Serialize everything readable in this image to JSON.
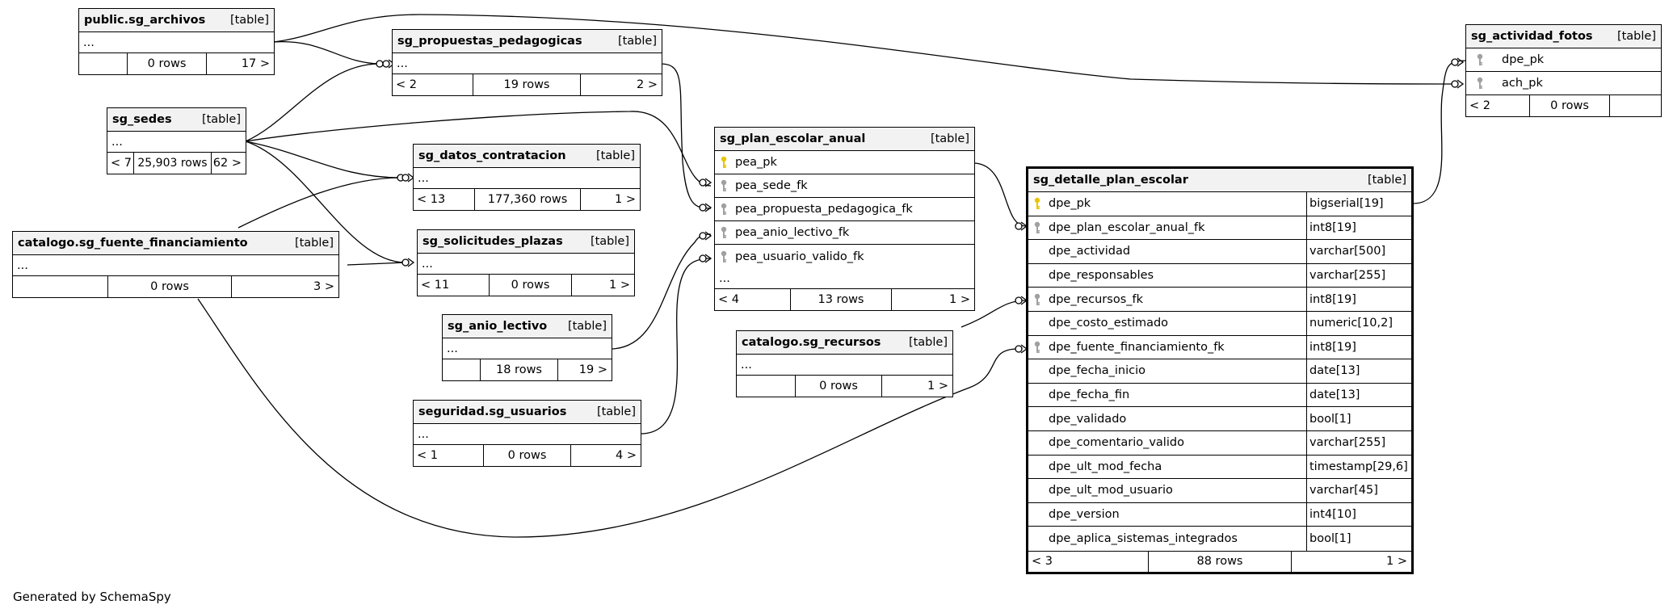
{
  "caption": "Generated by SchemaSpy",
  "colors": {
    "pk_key": "#e8c500",
    "fk_key": "#a0a0a0",
    "header_bg": "#f2f2f2"
  },
  "tables": {
    "sg_archivos": {
      "name": "public.sg_archivos",
      "kind": "[table]",
      "dots": "...",
      "prev": "",
      "rows": "0 rows",
      "next": "17 >"
    },
    "sg_propuestas_pedagogicas": {
      "name": "sg_propuestas_pedagogicas",
      "kind": "[table]",
      "dots": "...",
      "prev": "< 2",
      "rows": "19 rows",
      "next": "2 >"
    },
    "sg_sedes": {
      "name": "sg_sedes",
      "kind": "[table]",
      "dots": "...",
      "prev": "< 7",
      "rows": "25,903 rows",
      "next": "62 >"
    },
    "sg_datos_contratacion": {
      "name": "sg_datos_contratacion",
      "kind": "[table]",
      "dots": "...",
      "prev": "< 13",
      "rows": "177,360 rows",
      "next": "1 >"
    },
    "sg_fuente_financiamiento": {
      "name": "catalogo.sg_fuente_financiamiento",
      "kind": "[table]",
      "dots": "...",
      "prev": "",
      "rows": "0 rows",
      "next": "3 >"
    },
    "sg_solicitudes_plazas": {
      "name": "sg_solicitudes_plazas",
      "kind": "[table]",
      "dots": "...",
      "prev": "< 11",
      "rows": "0 rows",
      "next": "1 >"
    },
    "sg_anio_lectivo": {
      "name": "sg_anio_lectivo",
      "kind": "[table]",
      "dots": "...",
      "prev": "",
      "rows": "18 rows",
      "next": "19 >"
    },
    "sg_usuarios": {
      "name": "seguridad.sg_usuarios",
      "kind": "[table]",
      "dots": "...",
      "prev": "< 1",
      "rows": "0 rows",
      "next": "4 >"
    },
    "sg_recursos": {
      "name": "catalogo.sg_recursos",
      "kind": "[table]",
      "dots": "...",
      "prev": "",
      "rows": "0 rows",
      "next": "1 >"
    },
    "sg_plan_escolar_anual": {
      "name": "sg_plan_escolar_anual",
      "kind": "[table]",
      "columns": [
        {
          "name": "pea_pk",
          "key": "pk"
        },
        {
          "name": "pea_sede_fk",
          "key": "fk"
        },
        {
          "name": "pea_propuesta_pedagogica_fk",
          "key": "fk"
        },
        {
          "name": "pea_anio_lectivo_fk",
          "key": "fk"
        },
        {
          "name": "pea_usuario_valido_fk",
          "key": "fk"
        }
      ],
      "dots": "...",
      "prev": "< 4",
      "rows": "13 rows",
      "next": "1 >"
    },
    "sg_actividad_fotos": {
      "name": "sg_actividad_fotos",
      "kind": "[table]",
      "columns": [
        {
          "name": "dpe_pk",
          "key": "fk"
        },
        {
          "name": "ach_pk",
          "key": "fk"
        }
      ],
      "prev": "< 2",
      "rows": "0 rows",
      "next": ""
    },
    "sg_detalle_plan_escolar": {
      "name": "sg_detalle_plan_escolar",
      "kind": "[table]",
      "columns": [
        {
          "name": "dpe_pk",
          "type": "bigserial[19]",
          "key": "pk"
        },
        {
          "name": "dpe_plan_escolar_anual_fk",
          "type": "int8[19]",
          "key": "fk"
        },
        {
          "name": "dpe_actividad",
          "type": "varchar[500]",
          "key": ""
        },
        {
          "name": "dpe_responsables",
          "type": "varchar[255]",
          "key": ""
        },
        {
          "name": "dpe_recursos_fk",
          "type": "int8[19]",
          "key": "fk"
        },
        {
          "name": "dpe_costo_estimado",
          "type": "numeric[10,2]",
          "key": ""
        },
        {
          "name": "dpe_fuente_financiamiento_fk",
          "type": "int8[19]",
          "key": "fk"
        },
        {
          "name": "dpe_fecha_inicio",
          "type": "date[13]",
          "key": ""
        },
        {
          "name": "dpe_fecha_fin",
          "type": "date[13]",
          "key": ""
        },
        {
          "name": "dpe_validado",
          "type": "bool[1]",
          "key": ""
        },
        {
          "name": "dpe_comentario_valido",
          "type": "varchar[255]",
          "key": ""
        },
        {
          "name": "dpe_ult_mod_fecha",
          "type": "timestamp[29,6]",
          "key": ""
        },
        {
          "name": "dpe_ult_mod_usuario",
          "type": "varchar[45]",
          "key": ""
        },
        {
          "name": "dpe_version",
          "type": "int4[10]",
          "key": ""
        },
        {
          "name": "dpe_aplica_sistemas_integrados",
          "type": "bool[1]",
          "key": ""
        }
      ],
      "prev": "< 3",
      "rows": "88 rows",
      "next": "1 >"
    }
  }
}
